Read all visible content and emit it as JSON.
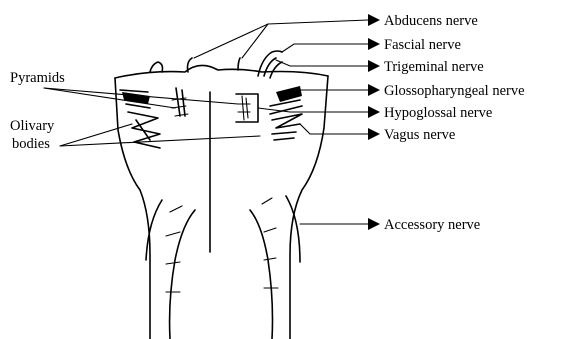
{
  "labels": {
    "abducens": "Abducens nerve",
    "facial": "Fascial nerve",
    "trigeminal": "Trigeminal nerve",
    "glossopharyngeal": "Glossopharyngeal nerve",
    "hypoglossal": "Hypoglossal nerve",
    "vagus": "Vagus nerve",
    "accessory": "Accessory nerve",
    "pyramids": "Pyramids",
    "olivary_line1": "Olivary",
    "olivary_line2": "bodies"
  },
  "colors": {
    "ink": "#000000",
    "background": "#ffffff"
  }
}
